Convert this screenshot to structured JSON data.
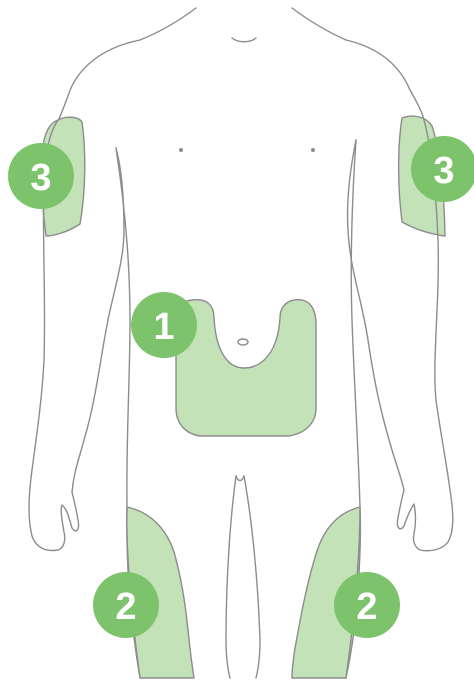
{
  "colors": {
    "zone_fill": "#c4e2b7",
    "marker_fill": "#7cc36c",
    "marker_text": "#ffffff",
    "outline": "#8c8c8c"
  },
  "markers": {
    "abdomen": "1",
    "left_thigh": "2",
    "right_thigh": "2",
    "left_arm": "3",
    "right_arm": "3"
  }
}
